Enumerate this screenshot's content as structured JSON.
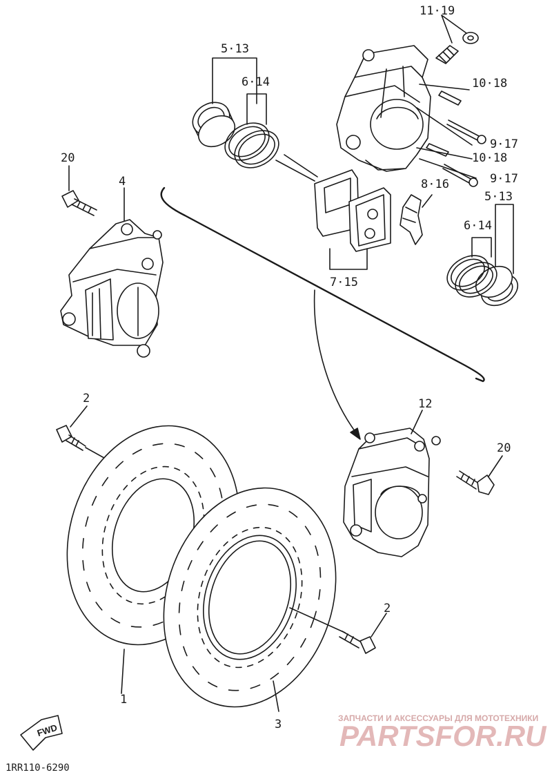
{
  "labels": {
    "l_11_19": "11·19",
    "l_5_13_top": "5·13",
    "l_6_14_top": "6·14",
    "l_10_18_a": "10·18",
    "l_9_17_a": "9·17",
    "l_10_18_b": "10·18",
    "l_9_17_b": "9·17",
    "l_20_left": "20",
    "l_4": "4",
    "l_8_16": "8·16",
    "l_5_13_right": "5·13",
    "l_6_14_right": "6·14",
    "l_7_15": "7·15",
    "l_2_left": "2",
    "l_12": "12",
    "l_20_right": "20",
    "l_2_right": "2",
    "l_1": "1",
    "l_3": "3"
  },
  "fwd_label": "FWD",
  "diagram_code": "1RR110-6290",
  "watermark": {
    "tagline": "ЗАПЧАСТИ И АКСЕССУАРЫ ДЛЯ МОТОТЕХНИКИ",
    "brand": "PARTSFOR.RU"
  },
  "colors": {
    "line": "#1a1a1a",
    "background": "#ffffff",
    "watermark": "#e3b8b8"
  }
}
